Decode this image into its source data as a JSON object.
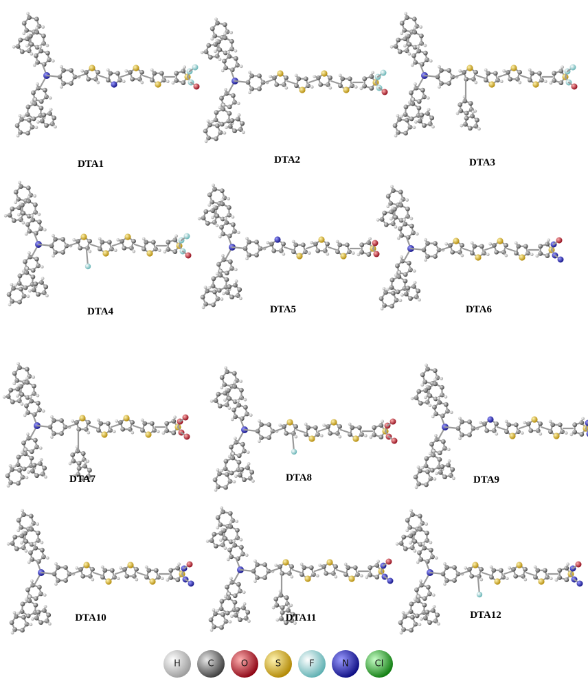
{
  "colors": {
    "H": "#e6e6e6",
    "C": "#8c8c8c",
    "O": "#e0001a",
    "S": "#f2c20a",
    "F": "#a8ecec",
    "N": "#1a1ad8",
    "Cl": "#22cc22",
    "bond": "#9a9a9a"
  },
  "molecules": [
    {
      "label": "DTA1",
      "icon": "molecule-dta1-icon"
    },
    {
      "label": "DTA2",
      "icon": "molecule-dta2-icon"
    },
    {
      "label": "DTA3",
      "icon": "molecule-dta3-icon"
    },
    {
      "label": "DTA4",
      "icon": "molecule-dta4-icon"
    },
    {
      "label": "DTA5",
      "icon": "molecule-dta5-icon"
    },
    {
      "label": "DTA6",
      "icon": "molecule-dta6-icon"
    },
    {
      "label": "DTA7",
      "icon": "molecule-dta7-icon"
    },
    {
      "label": "DTA8",
      "icon": "molecule-dta8-icon"
    },
    {
      "label": "DTA9",
      "icon": "molecule-dta9-icon"
    },
    {
      "label": "DTA10",
      "icon": "molecule-dta10-icon"
    },
    {
      "label": "DTA11",
      "icon": "molecule-dta11-icon"
    },
    {
      "label": "DTA12",
      "icon": "molecule-dta12-icon"
    }
  ],
  "legend": [
    {
      "symbol": "H",
      "element": "H",
      "text_color": "#222222"
    },
    {
      "symbol": "C",
      "element": "C",
      "text_color": "#111111"
    },
    {
      "symbol": "O",
      "element": "O",
      "text_color": "#111111"
    },
    {
      "symbol": "S",
      "element": "S",
      "text_color": "#111111"
    },
    {
      "symbol": "F",
      "element": "F",
      "text_color": "#222222"
    },
    {
      "symbol": "N",
      "element": "N",
      "text_color": "#111111"
    },
    {
      "symbol": "Cl",
      "element": "Cl",
      "text_color": "#111111"
    }
  ]
}
